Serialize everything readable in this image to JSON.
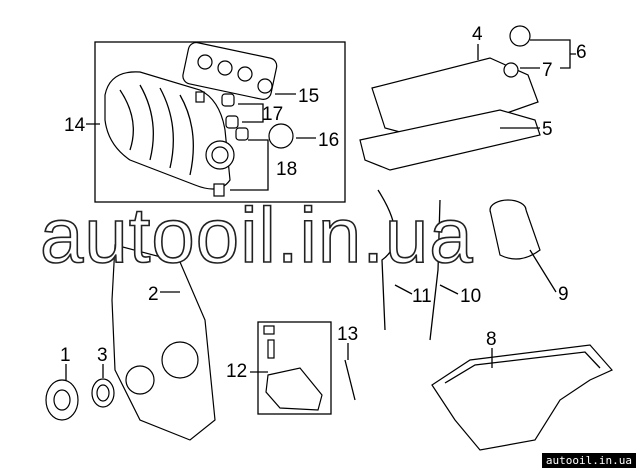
{
  "callouts": {
    "1": "1",
    "2": "2",
    "3": "3",
    "4": "4",
    "5": "5",
    "6": "6",
    "7": "7",
    "8": "8",
    "9": "9",
    "10": "10",
    "11": "11",
    "12": "12",
    "13": "13",
    "14": "14",
    "15": "15",
    "16": "16",
    "17": "17",
    "18": "18"
  },
  "watermark": "autooil.in.ua",
  "site_label": "autooil.in.ua"
}
